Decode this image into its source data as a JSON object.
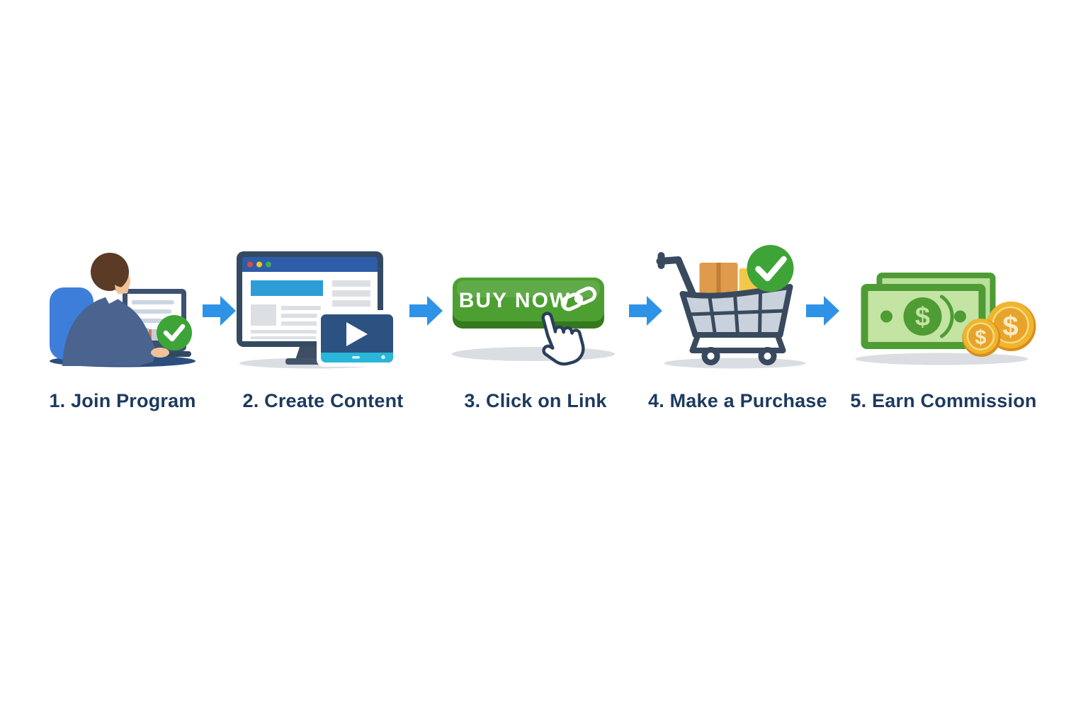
{
  "infographic": {
    "description": "5-step horizontal process flow with illustrated icons and right-pointing arrows",
    "steps": [
      {
        "id": 1,
        "label": "1. Join Program",
        "icon": "person-signup-laptop-checkmark"
      },
      {
        "id": 2,
        "label": "2. Create Content",
        "icon": "monitor-webpage-video-player"
      },
      {
        "id": 3,
        "label": "3. Click on Link",
        "icon": "buy-now-button-hand-cursor",
        "button_label": "BUY NOW"
      },
      {
        "id": 4,
        "label": "4. Make a Purchase",
        "icon": "shopping-cart-boxes-checkmark"
      },
      {
        "id": 5,
        "label": "5. Earn Commission",
        "icon": "banknotes-and-coins",
        "currency_symbol": "$"
      }
    ],
    "arrows": {
      "count": 4,
      "direction": "right",
      "color": "#2E93E6"
    },
    "colors": {
      "label_navy": "#1C3A5E",
      "arrow_blue": "#2E93E6",
      "success_green": "#3EA437",
      "button_green": "#4C9F30",
      "bill_green": "#4E9C33",
      "bill_light_green": "#C3E4A3",
      "coin_gold": "#E8A32C",
      "browser_bar_blue": "#2D5CA8",
      "banner_cyan": "#2E9CD6",
      "cart_slate": "#394A5E",
      "background": "#FFFFFF"
    }
  }
}
